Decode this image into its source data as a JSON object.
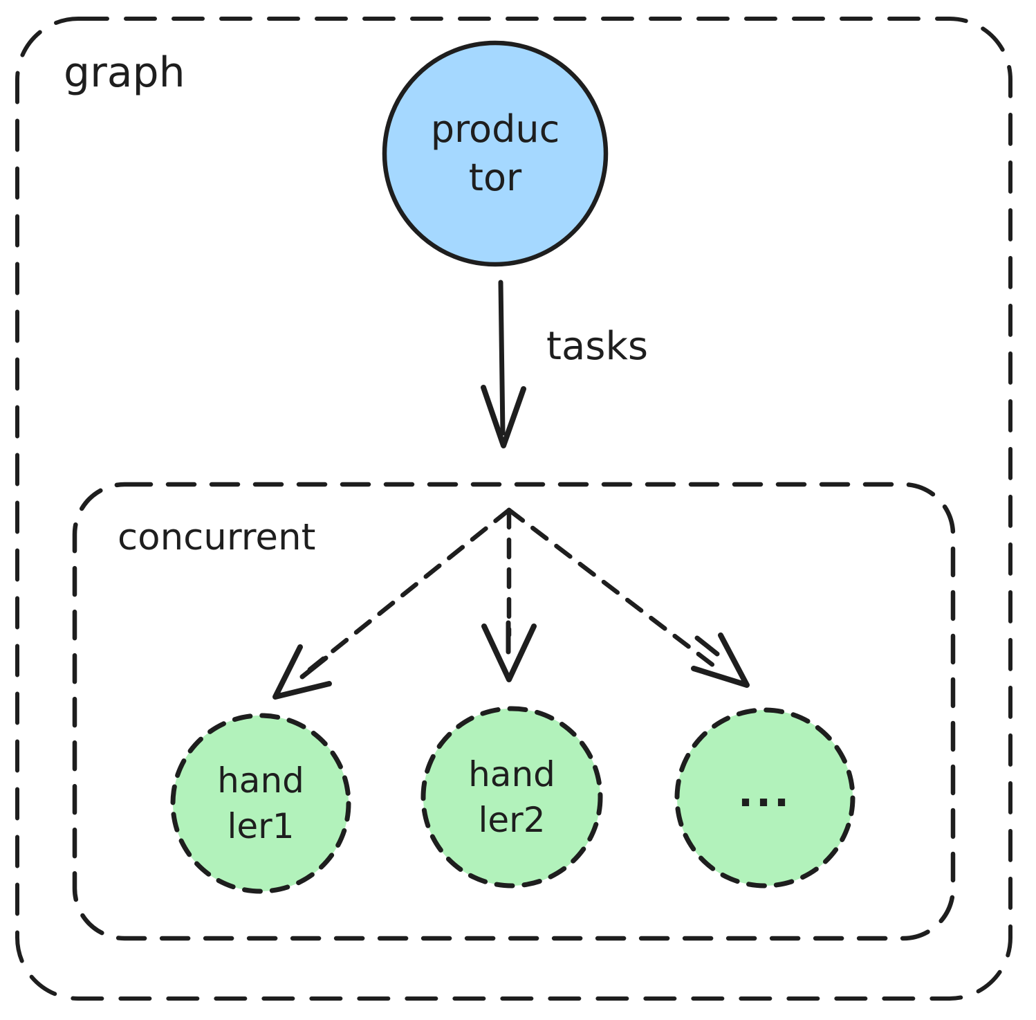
{
  "colors": {
    "stroke": "#1e1e1e",
    "producer_fill": "#a5d8ff",
    "handler_fill": "#b2f2bb",
    "background": "#ffffff"
  },
  "graph_box": {
    "label": "graph"
  },
  "concurrent_box": {
    "label": "concurrent"
  },
  "tasks_edge": {
    "label": "tasks"
  },
  "nodes": {
    "producer": {
      "lines": [
        "produc",
        "tor"
      ]
    },
    "handler1": {
      "lines": [
        "hand",
        "ler1"
      ]
    },
    "handler2": {
      "lines": [
        "hand",
        "ler2"
      ]
    },
    "more": {
      "label": "..."
    }
  }
}
